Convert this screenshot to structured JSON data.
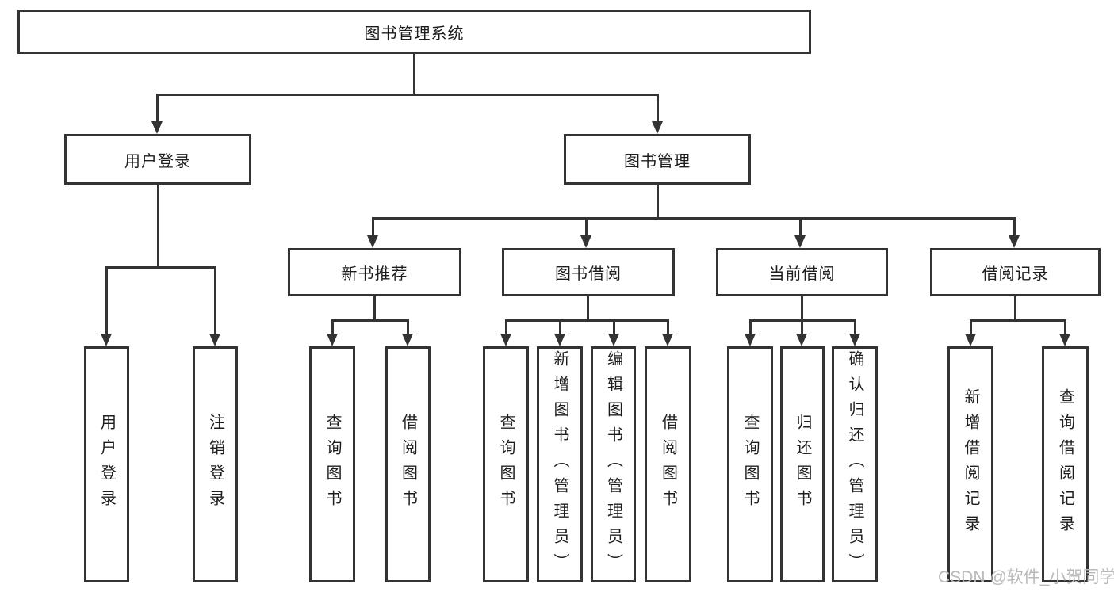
{
  "diagram_type": "hierarchy-chart",
  "tree": {
    "root": {
      "label": "图书管理系统",
      "children": [
        {
          "label": "用户登录",
          "children": [
            {
              "label": "用户登录"
            },
            {
              "label": "注销登录"
            }
          ]
        },
        {
          "label": "图书管理",
          "children": [
            {
              "label": "新书推荐",
              "children": [
                {
                  "label": "查询图书"
                },
                {
                  "label": "借阅图书"
                }
              ]
            },
            {
              "label": "图书借阅",
              "children": [
                {
                  "label": "查询图书"
                },
                {
                  "label": "新增图书（管理员）"
                },
                {
                  "label": "编辑图书（管理员）"
                },
                {
                  "label": "借阅图书"
                }
              ]
            },
            {
              "label": "当前借阅",
              "children": [
                {
                  "label": "查询图书"
                },
                {
                  "label": "归还图书"
                },
                {
                  "label": "确认归还（管理员）"
                }
              ]
            },
            {
              "label": "借阅记录",
              "children": [
                {
                  "label": "新增借阅记录"
                },
                {
                  "label": "查询借阅记录"
                }
              ]
            }
          ]
        }
      ]
    }
  },
  "watermark": "CSDN @软件_小贺同学",
  "colors": {
    "line": "#333333",
    "text": "#1d1d1d",
    "watermark": "#b9b9b9",
    "background": "#ffffff"
  }
}
